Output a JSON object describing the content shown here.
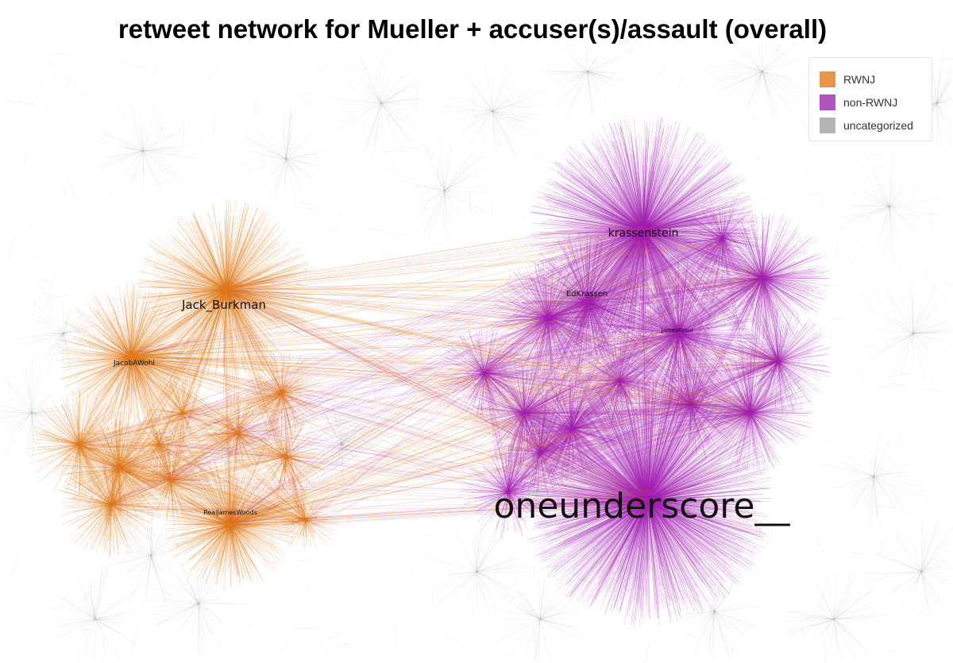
{
  "title": "retweet network for Mueller + accuser(s)/assault (overall)",
  "legend": {
    "items": [
      {
        "label": "RWNJ",
        "color": "#e8954a"
      },
      {
        "label": "non-RWNJ",
        "color": "#b552c2"
      },
      {
        "label": "uncategorized",
        "color": "#b3b3b3"
      }
    ]
  },
  "colors": {
    "rwnj_edge": "#e07a1a",
    "non_rwnj_edge": "#a31fb2",
    "uncategorized_edge": "#9a9a9a"
  },
  "hubs": [
    {
      "id": "jack_burkman",
      "label": "Jack_Burkman",
      "group": "RWNJ"
    },
    {
      "id": "jacobawohl",
      "label": "JacobAWohl",
      "group": "RWNJ"
    },
    {
      "id": "realjameswoods",
      "label": "RealJamesWoods",
      "group": "RWNJ"
    },
    {
      "id": "krassenstein",
      "label": "krassenstein",
      "group": "non-RWNJ"
    },
    {
      "id": "edkrassen",
      "label": "EdKrassen",
      "group": "non-RWNJ"
    },
    {
      "id": "jameskosur",
      "label": "JamesKosur",
      "group": "non-RWNJ"
    },
    {
      "id": "oneunderscore",
      "label": "oneunderscore__",
      "group": "non-RWNJ"
    }
  ]
}
